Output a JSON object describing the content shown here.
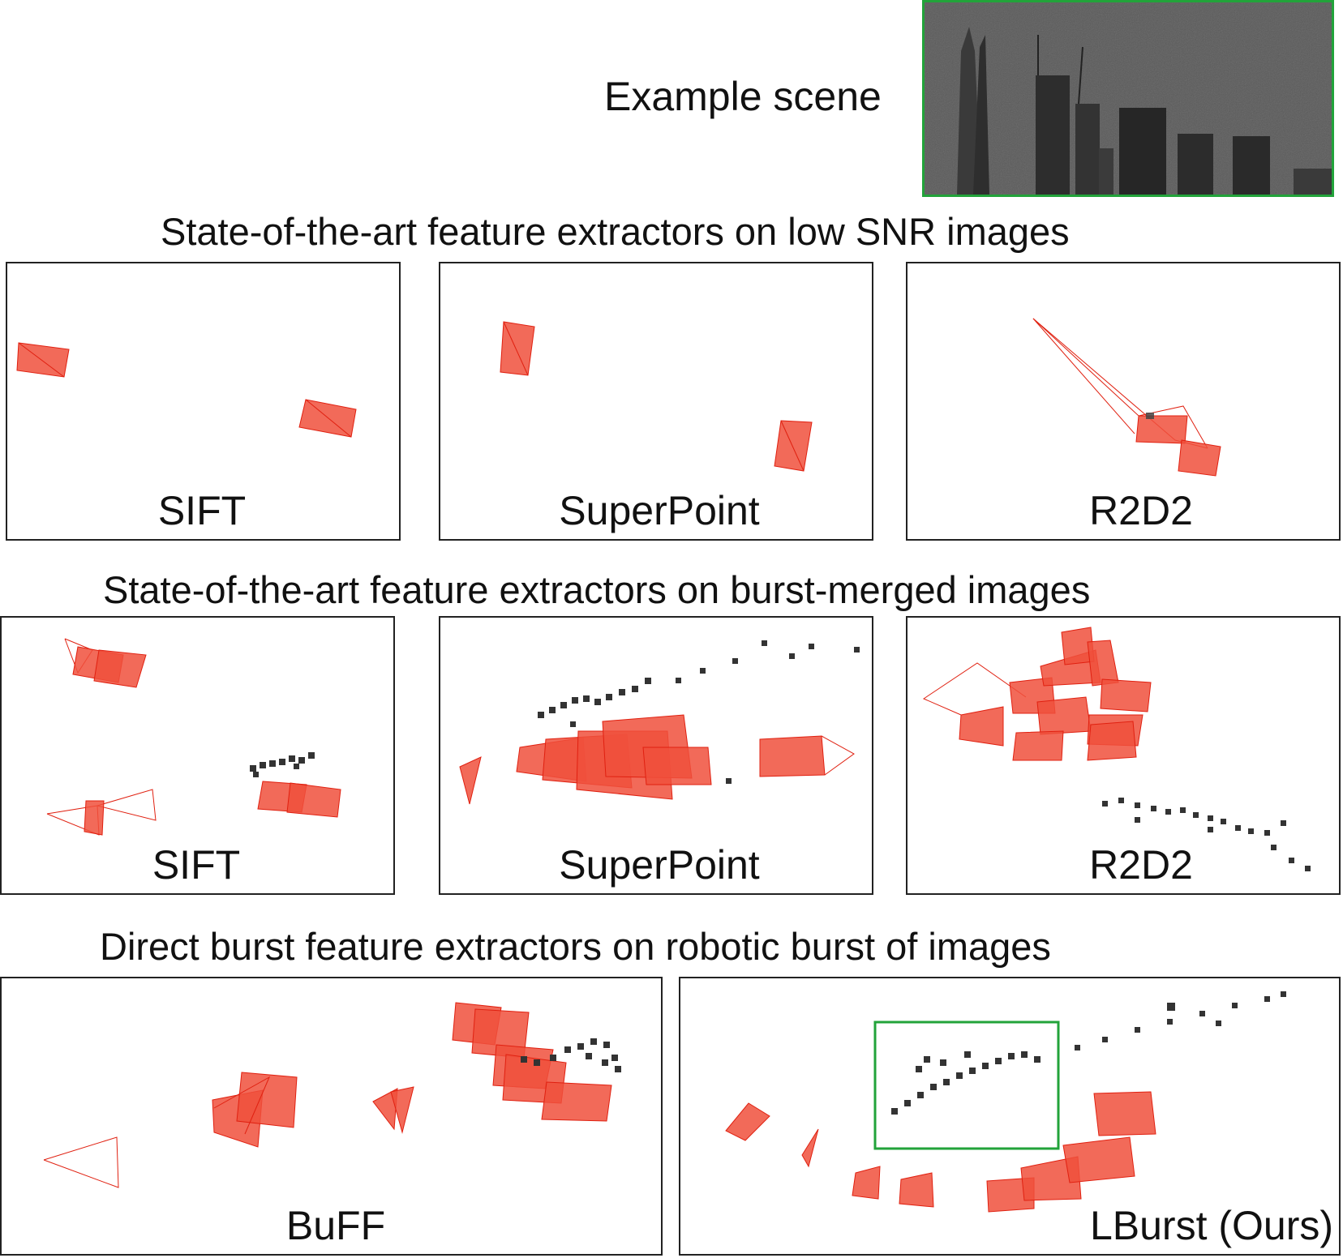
{
  "header": {
    "example_label": "Example scene"
  },
  "sections": [
    {
      "title": "State-of-the-art feature extractors on low SNR images",
      "panels": [
        {
          "label": "SIFT"
        },
        {
          "label": "SuperPoint"
        },
        {
          "label": "R2D2"
        }
      ]
    },
    {
      "title": "State-of-the-art feature extractors on burst-merged images",
      "panels": [
        {
          "label": "SIFT"
        },
        {
          "label": "SuperPoint"
        },
        {
          "label": "R2D2"
        }
      ]
    },
    {
      "title": "Direct burst feature extractors on robotic burst of images",
      "panels": [
        {
          "label": "BuFF"
        },
        {
          "label": "LBurst (Ours)"
        }
      ]
    }
  ],
  "colors": {
    "camera_fill": "#f0503c",
    "camera_stroke": "#e02010",
    "highlight_box": "#22a33a",
    "point": "#333333"
  }
}
